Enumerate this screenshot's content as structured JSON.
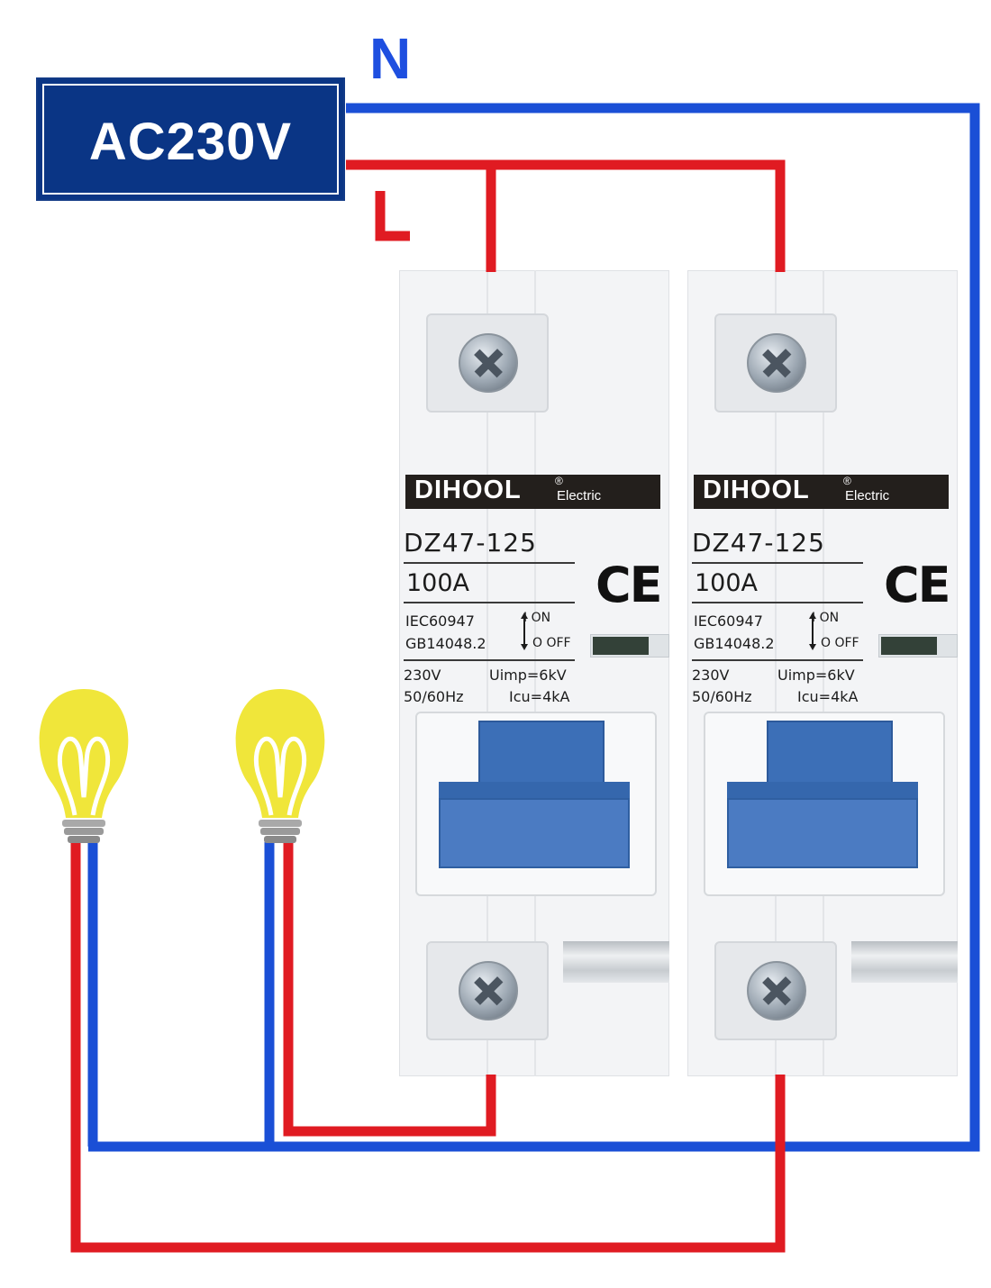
{
  "supply": {
    "label": "AC230V"
  },
  "wire_labels": {
    "neutral": "N",
    "live": "L"
  },
  "colors": {
    "live": "#e01b22",
    "neutral": "#1a4fd6",
    "supply_box": "#0a3585",
    "lever": "#4b7bc2",
    "bulb": "#f0e63a"
  },
  "breakers": [
    {
      "brand": "DIHOOL",
      "brand_reg": "®",
      "brand_sub": "Electric",
      "model": "DZ47-125",
      "rating": "100A",
      "standard_1": "IEC60947",
      "standard_2": "GB14048.2",
      "on_label": "I  ON",
      "off_label": "O OFF",
      "voltage": "230V",
      "frequency": "50/60Hz",
      "uimp": "Uimp=6kV",
      "icu": "Icu=4kA",
      "mark": "CE"
    },
    {
      "brand": "DIHOOL",
      "brand_reg": "®",
      "brand_sub": "Electric",
      "model": "DZ47-125",
      "rating": "100A",
      "standard_1": "IEC60947",
      "standard_2": "GB14048.2",
      "on_label": "I  ON",
      "off_label": "O OFF",
      "voltage": "230V",
      "frequency": "50/60Hz",
      "uimp": "Uimp=6kV",
      "icu": "Icu=4kA",
      "mark": "CE"
    }
  ],
  "bulbs": [
    {
      "icon": "light-bulb-icon"
    },
    {
      "icon": "light-bulb-icon"
    }
  ]
}
